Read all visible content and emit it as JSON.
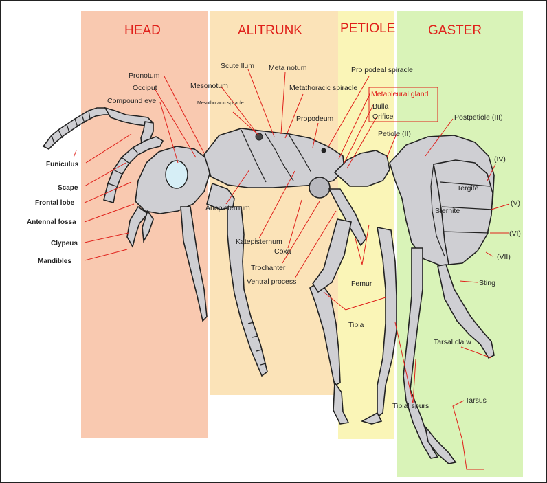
{
  "sections": {
    "head": {
      "title": "HEAD",
      "color": "#f9c9b0"
    },
    "alitrunk": {
      "title": "ALITRUNK",
      "color": "#fbe3b8"
    },
    "petiole": {
      "title": "PETIOLE",
      "color": "#faf5b7"
    },
    "gaster": {
      "title": "GASTER",
      "color": "#d9f3b8"
    }
  },
  "labels": {
    "pronotum": "Pronotum",
    "occiput": "Occiput",
    "compound_eye": "Compound  eye",
    "mesonotum": "Mesonotum",
    "mesothoracic_spiracle": "Mesothoracic spiracle",
    "scutellum": "Scute llum",
    "metanotum": "Meta notum",
    "metathoracic_spiracle": "Metathoracic spiracle",
    "propodeum": "Propodeum",
    "propodeal_spiracle": "Pro podeal spiracle",
    "metapleural_gland": "Metapleural gland",
    "bulla": "Bulla",
    "orifice": "Orifice",
    "petiole_ii": "Petiole (II)",
    "postpetiole_iii": "Postpetiole (III)",
    "seg_iv": "(IV)",
    "tergite": "Tergite",
    "seg_v": "(V)",
    "sternite": "Sternite",
    "seg_vi": "(VI)",
    "seg_vii": "(VII)",
    "sting": "Sting",
    "tarsal_claw": "Tarsal cla w",
    "tarsus": "Tarsus",
    "tibial_spurs": "Tibial spurs",
    "tibia": "Tibia",
    "femur": "Femur",
    "ventral_process": "Ventral process",
    "trochanter": "Trochanter",
    "coxa": "Coxa",
    "katepisternum": "Katepisternum",
    "anepisternum": "Anepisternum",
    "left_1": "Funiculus",
    "left_2": "Scape",
    "left_3": "Frontal lobe",
    "left_4": "Antennal fossa",
    "left_5": "Clypeus",
    "left_6": "Mandibles"
  },
  "colors": {
    "label_red": "#e0201a",
    "body_fill": "#cfcfd3",
    "eye_fill": "#d6eef6",
    "outline": "#222222"
  }
}
